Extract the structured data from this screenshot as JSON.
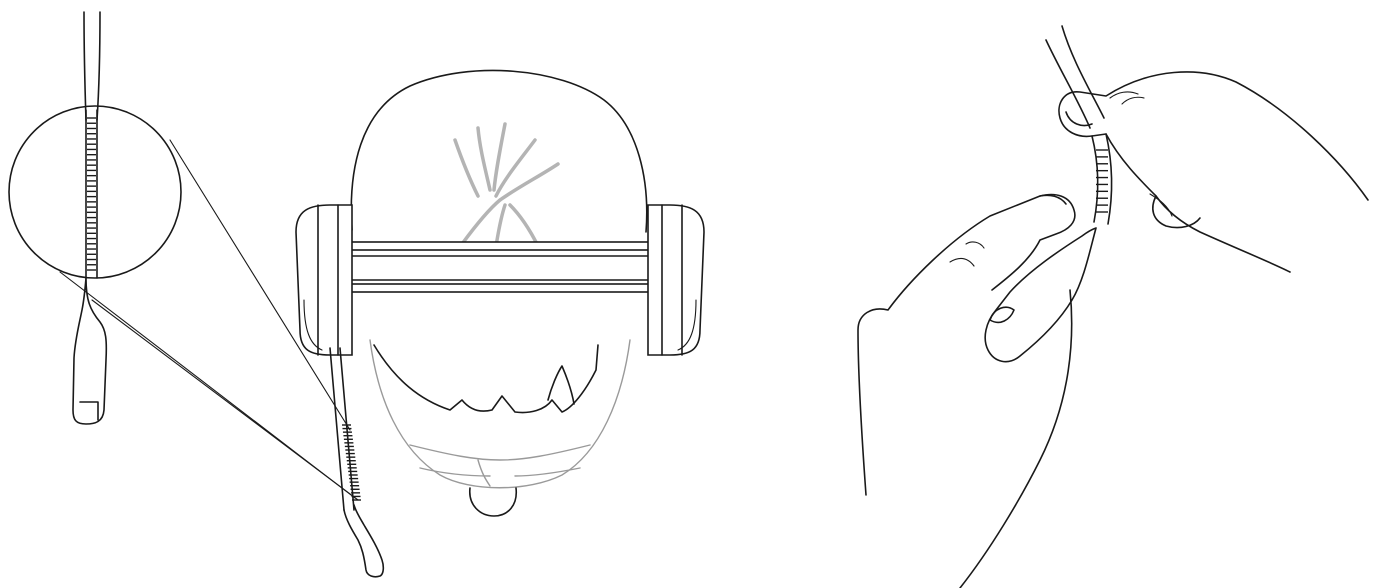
{
  "figure": {
    "panels": [
      "detail-magnifier",
      "head-top-view",
      "hands-bending-boom"
    ],
    "colors": {
      "line": "#1a1a1a",
      "hair": "#b4b4b4",
      "face": "#9a9a9a",
      "background": "#ffffff"
    }
  }
}
